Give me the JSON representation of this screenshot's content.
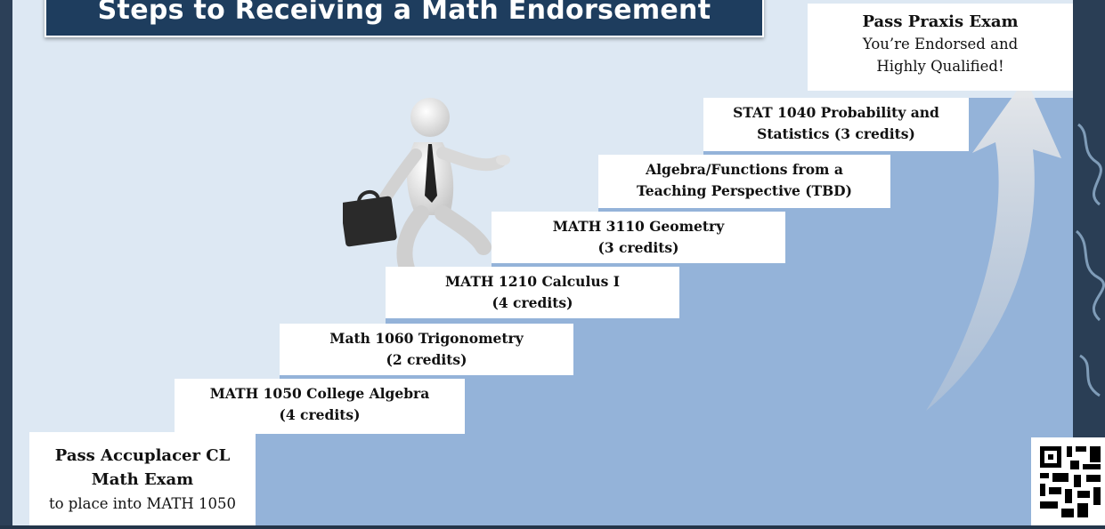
{
  "title": "Steps to Receiving a Math Endorsement",
  "start": {
    "line1": "Pass Accuplacer CL",
    "line2": "Math Exam",
    "line3": "to place into MATH 1050"
  },
  "steps": [
    {
      "line1": "MATH 1050 College Algebra",
      "line2": "(4 credits)"
    },
    {
      "line1": "Math 1060 Trigonometry",
      "line2": "(2 credits)"
    },
    {
      "line1": "MATH 1210 Calculus I",
      "line2": "(4 credits)"
    },
    {
      "line1": "MATH 3110 Geometry",
      "line2": "(3 credits)"
    },
    {
      "line1": "Algebra/Functions from a",
      "line2": "Teaching Perspective (TBD)"
    },
    {
      "line1": "STAT 1040 Probability and",
      "line2": "Statistics (3 credits)"
    }
  ],
  "finish": {
    "line1": "Pass Praxis Exam",
    "line2": "You’re Endorsed and",
    "line3": "Highly Qualified!"
  },
  "colors": {
    "title_bg": "#1e3d5e",
    "stair_blue": "#94b3d9",
    "panel_bg": "#dde8f3",
    "chalkboard": "#24364a"
  }
}
